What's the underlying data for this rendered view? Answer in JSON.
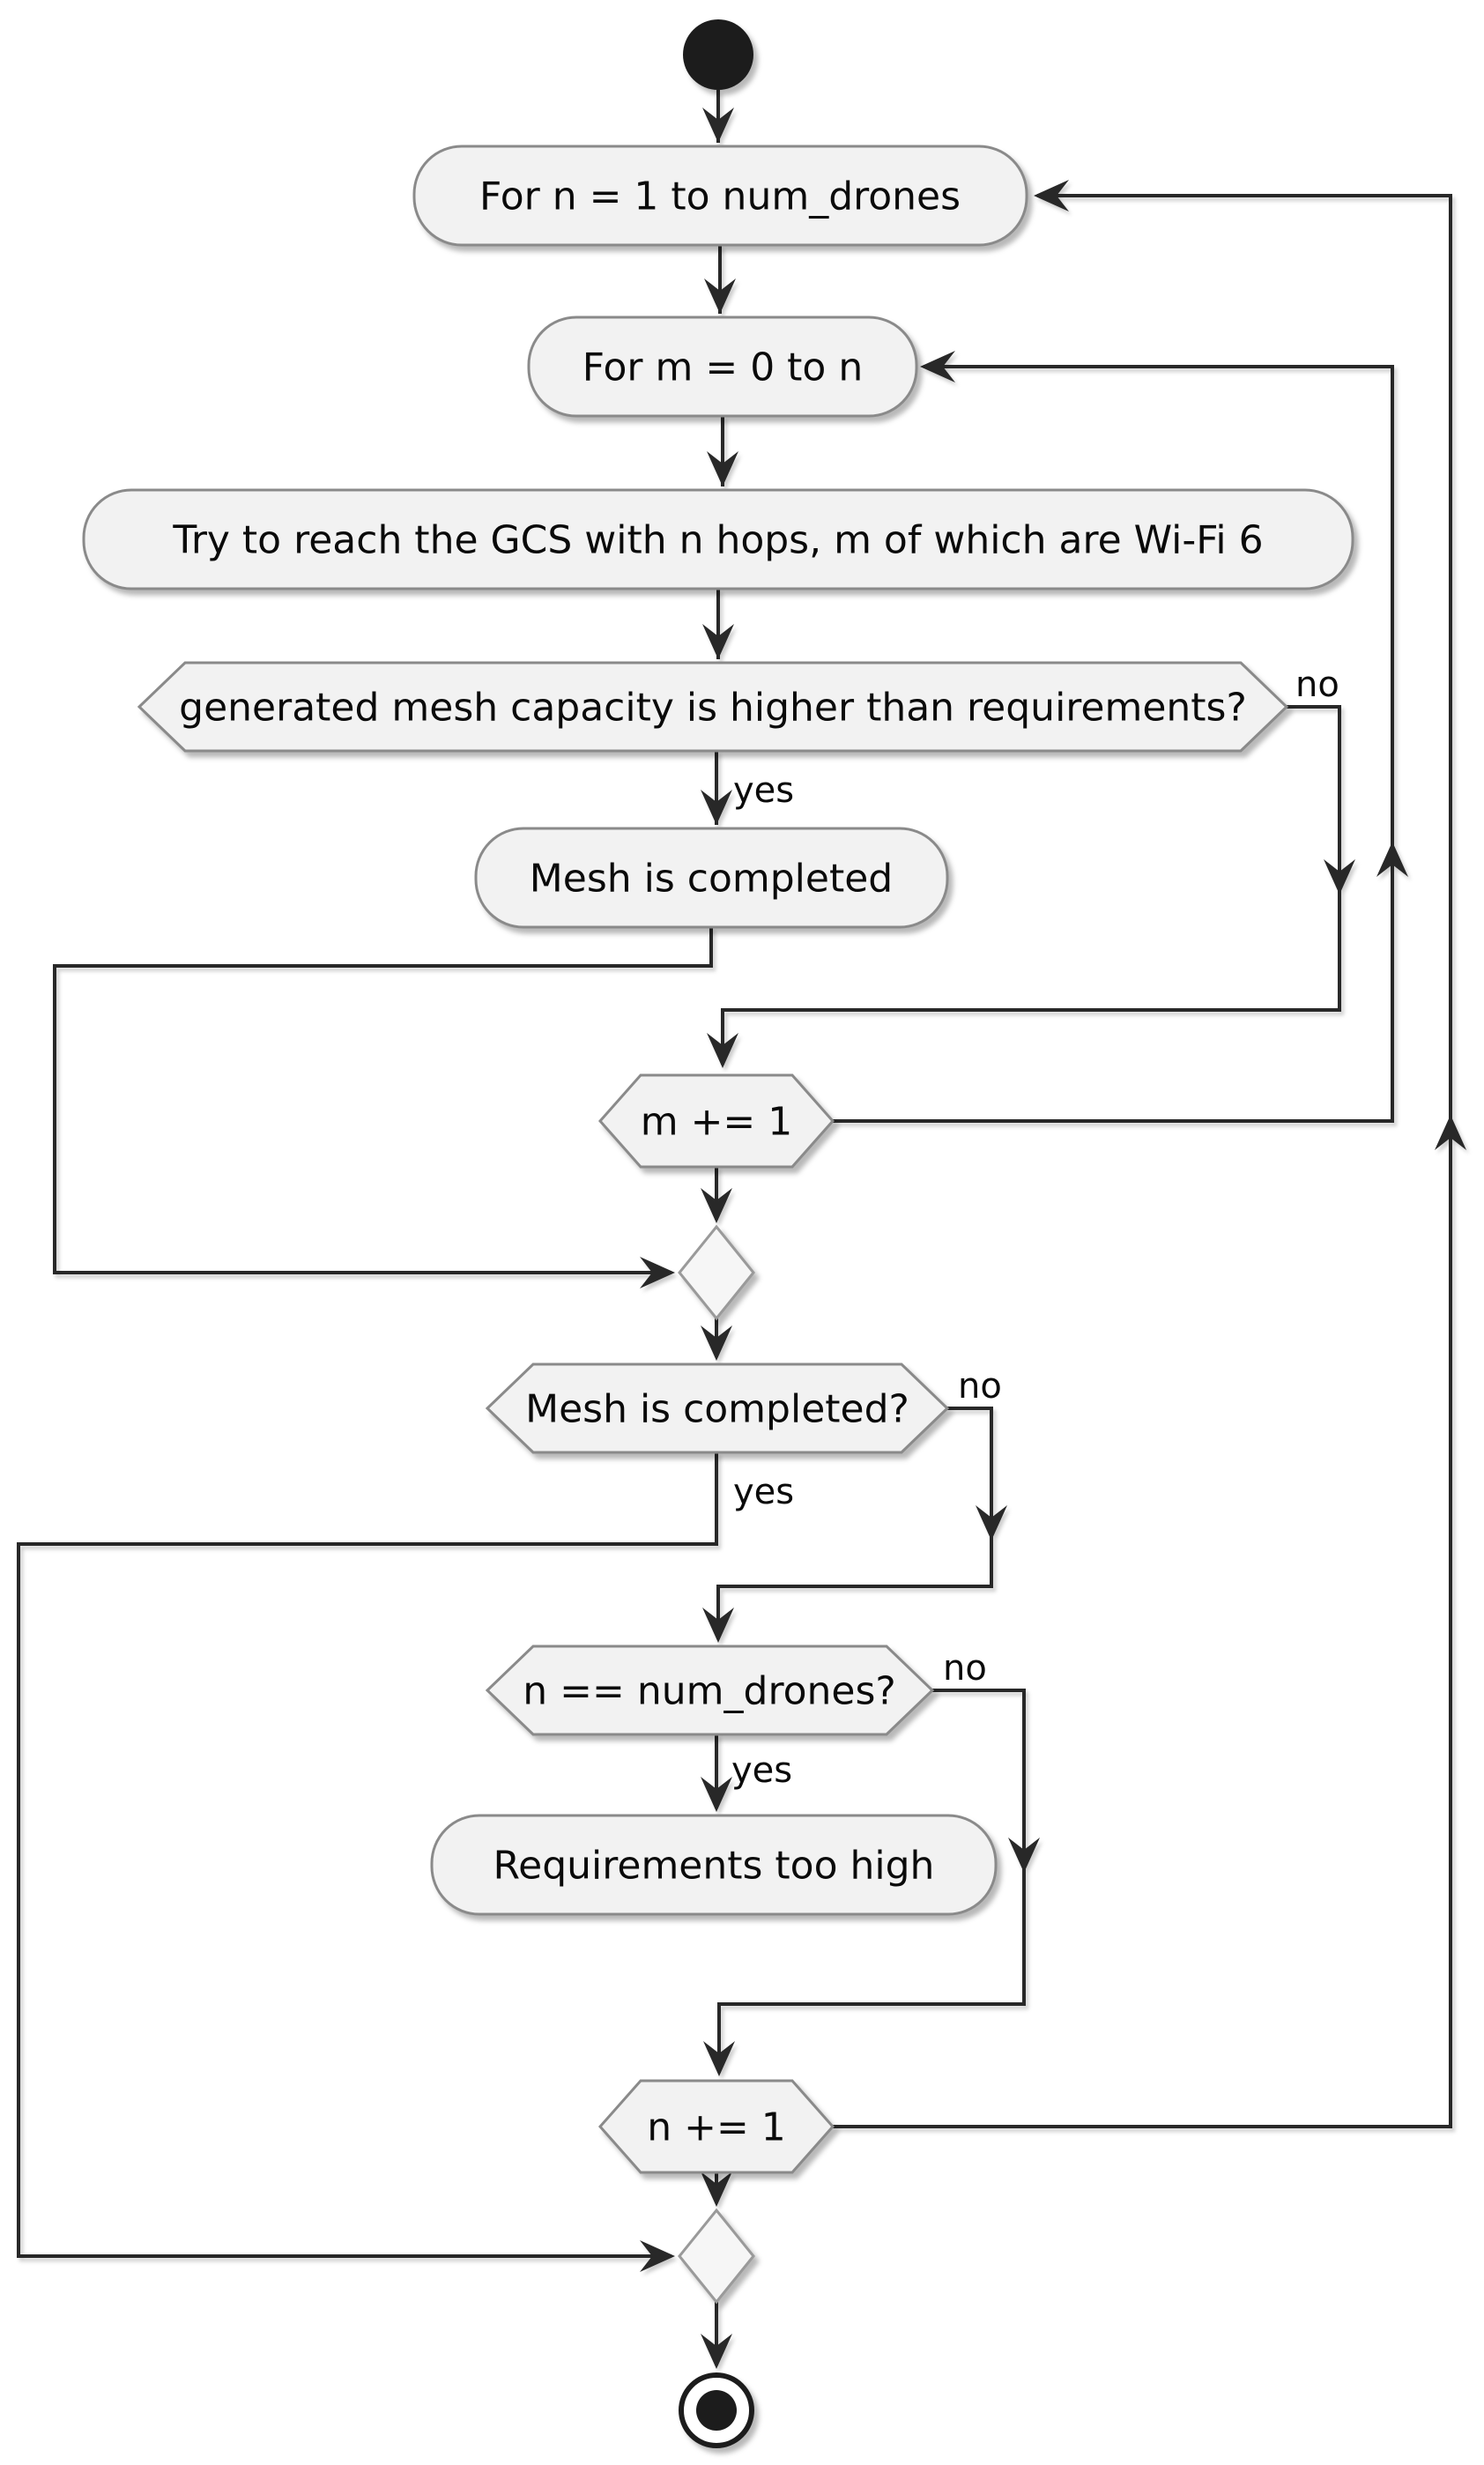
{
  "diagram": {
    "type": "activity-flowchart",
    "background": "#ffffff",
    "colors": {
      "node_fill": "#f2f2f2",
      "node_border": "#8a8a8a",
      "edge": "#282828",
      "text": "#0a0a0a",
      "terminal": "#1c1c1c"
    },
    "nodes": {
      "start": {
        "kind": "start"
      },
      "for_n": {
        "kind": "activity",
        "label": "For n = 1 to num_drones"
      },
      "for_m": {
        "kind": "activity",
        "label": "For m = 0 to n"
      },
      "try_reach": {
        "kind": "activity",
        "label": "Try to reach the GCS with n hops, m of which are Wi-Fi 6"
      },
      "capacity_check": {
        "kind": "decision",
        "label": "generated mesh capacity is higher than requirements?"
      },
      "mesh_completed": {
        "kind": "activity",
        "label": "Mesh is completed"
      },
      "m_increment": {
        "kind": "loop",
        "label": "m += 1"
      },
      "merge_inner": {
        "kind": "merge"
      },
      "mesh_completed_check": {
        "kind": "decision",
        "label": "Mesh is completed?"
      },
      "n_equals_check": {
        "kind": "decision",
        "label": "n == num_drones?"
      },
      "requirements_too_high": {
        "kind": "activity",
        "label": "Requirements too high"
      },
      "n_increment": {
        "kind": "loop",
        "label": "n += 1"
      },
      "merge_outer": {
        "kind": "merge"
      },
      "end": {
        "kind": "end"
      }
    },
    "edge_labels": {
      "capacity_yes": "yes",
      "capacity_no": "no",
      "mesh_yes": "yes",
      "mesh_no": "no",
      "n_eq_yes": "yes",
      "n_eq_no": "no"
    }
  }
}
